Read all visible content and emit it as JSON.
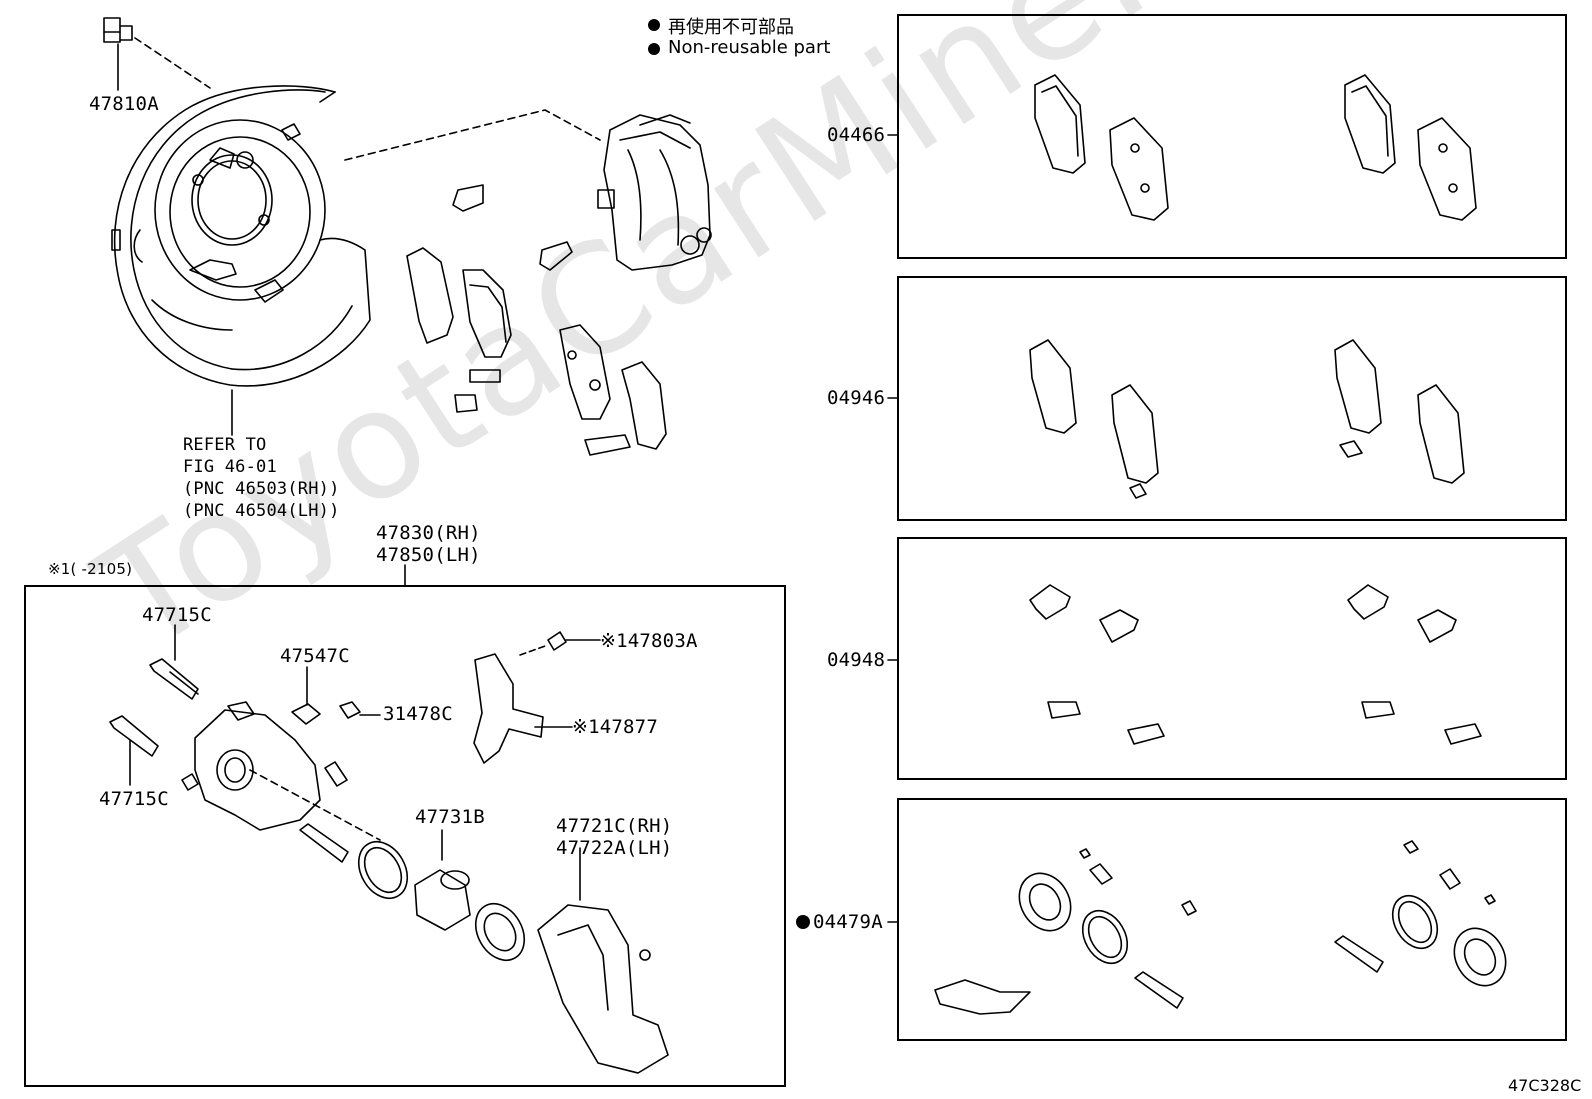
{
  "watermark": "ToyotaCarMine.ru",
  "legend": {
    "jp": "再使用不可部品",
    "en": "Non-reusable part"
  },
  "labels": {
    "p47810A": "47810A",
    "refer1": "REFER TO",
    "refer2": "FIG 46-01",
    "refer3": "(PNC 46503(RH))",
    "refer4": "(PNC 46504(LH))",
    "p47830": "47830(RH)",
    "p47850": "47850(LH)",
    "note1": "※1(    -2105)",
    "p47715C_a": "47715C",
    "p47547C": "47547C",
    "p47803A": "※147803A",
    "p31478C": "31478C",
    "p47877": "※147877",
    "p47715C_b": "47715C",
    "p47731B": "47731B",
    "p47721C": "47721C(RH)",
    "p47722A": "47722A(LH)"
  },
  "kits": [
    {
      "code": "04466"
    },
    {
      "code": "04946"
    },
    {
      "code": "04948"
    },
    {
      "code": "04479A",
      "non_reusable": true
    }
  ],
  "figure_id": "47C328C"
}
